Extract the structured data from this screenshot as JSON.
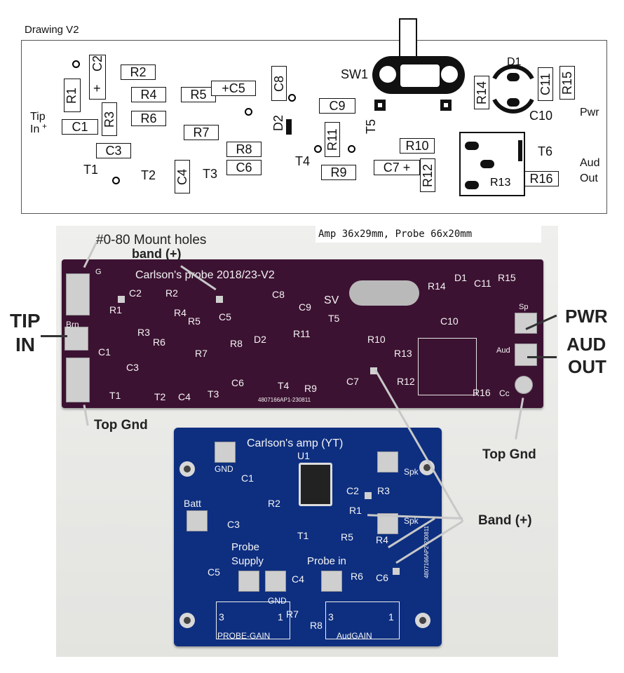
{
  "drawing": {
    "title": "Drawing V2",
    "parts": {
      "R1": "R1",
      "C2": "C2",
      "C2plus": "+",
      "R2": "R2",
      "R4": "R4",
      "R5": "R5",
      "C5": "C5",
      "C5plus": "+",
      "C8": "C8",
      "R3": "R3",
      "R6": "R6",
      "C1": "C1",
      "C3": "C3",
      "R7": "R7",
      "R8": "R8",
      "C6": "C6",
      "D2": "D2",
      "C9": "C9",
      "R11": "R11",
      "T5": "T5",
      "SW1": "SW1",
      "R10": "R10",
      "C7": "C7 +",
      "R12": "R12",
      "R9": "R9",
      "T4": "T4",
      "T1": "T1",
      "T2": "T2",
      "C4": "C4",
      "T3": "T3",
      "D1": "D1",
      "R14": "R14",
      "C11": "C11",
      "R15": "R15",
      "C10": "C10",
      "T6": "T6",
      "R13": "R13",
      "R16": "R16"
    },
    "labels": {
      "tip": "Tip",
      "in": "In",
      "pwr": "Pwr",
      "aud": "Aud",
      "out": "Out"
    }
  },
  "caption": "Amp 36x29mm, Probe 66x20mm",
  "annotations": {
    "mount_holes": "#0-80 Mount holes",
    "band_plus_top": "band (+)",
    "tip_in": "TIP",
    "tip_in2": "IN",
    "pwr": "PWR",
    "aud_out": "AUD",
    "aud_out2": "OUT",
    "top_gnd_left": "Top Gnd",
    "top_gnd_right": "Top Gnd",
    "band_plus_right": "Band (+)"
  },
  "probe_board": {
    "title": "Carlson's probe 2018/23-V2",
    "code": "4807166AP1-230811",
    "silk": [
      "R1",
      "C2",
      "R2",
      "R4",
      "R5",
      "C5",
      "C8",
      "R3",
      "R6",
      "C1",
      "C3",
      "R7",
      "R8",
      "C6",
      "D2",
      "R11",
      "C9",
      "T5",
      "R10",
      "R13",
      "C7",
      "R12",
      "R9",
      "T4",
      "T1",
      "T2",
      "C4",
      "T3",
      "SV",
      "R14",
      "D1",
      "C11",
      "R15",
      "C10",
      "R16",
      "Cc",
      "Sp",
      "Aud",
      "Brn",
      "G"
    ]
  },
  "amp_board": {
    "title": "Carlson's amp (YT)",
    "code": "4807166AP2-230811",
    "silk": [
      "GND",
      "U1",
      "C1",
      "C2",
      "R3",
      "Spk",
      "Batt",
      "R2",
      "C3",
      "R1",
      "Spk",
      "T1",
      "R5",
      "R4",
      "Probe",
      "Supply",
      "Probe in",
      "C5",
      "C4",
      "R6",
      "C6",
      "GND",
      "R7",
      "R8",
      "3",
      "1",
      "3",
      "1",
      "PROBE-GAIN",
      "AudGAIN"
    ]
  }
}
